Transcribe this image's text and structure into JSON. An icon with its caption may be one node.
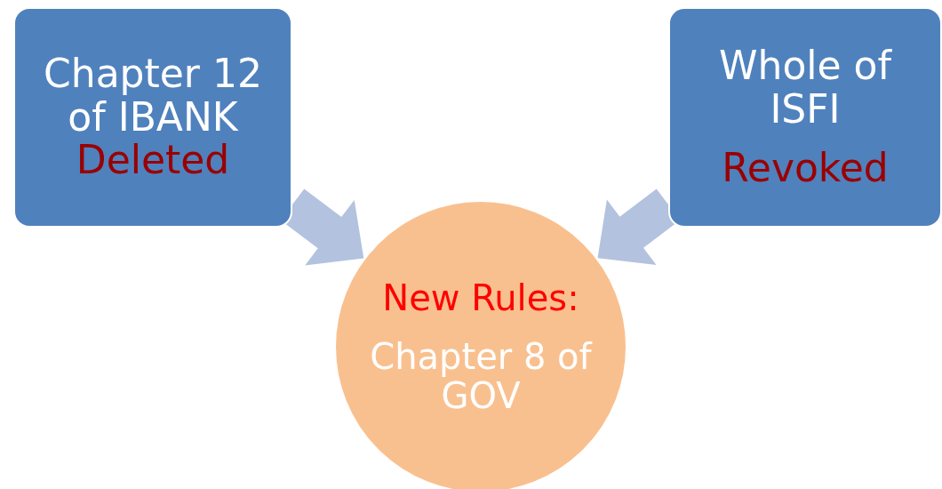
{
  "diagram": {
    "nodes": [
      {
        "text": [
          "Chapter 12 of IBANK",
          "Deleted"
        ]
      },
      {
        "text": [
          "Whole of ISFI",
          "Revoked"
        ]
      },
      {
        "text": [
          "New Rules:",
          "Chapter 8 of GOV"
        ]
      }
    ],
    "edges": [
      {
        "from": 0,
        "to": 2,
        "arrow": "to",
        "style": "thick"
      },
      {
        "from": 1,
        "to": 2,
        "arrow": "to",
        "style": "thick"
      }
    ]
  }
}
